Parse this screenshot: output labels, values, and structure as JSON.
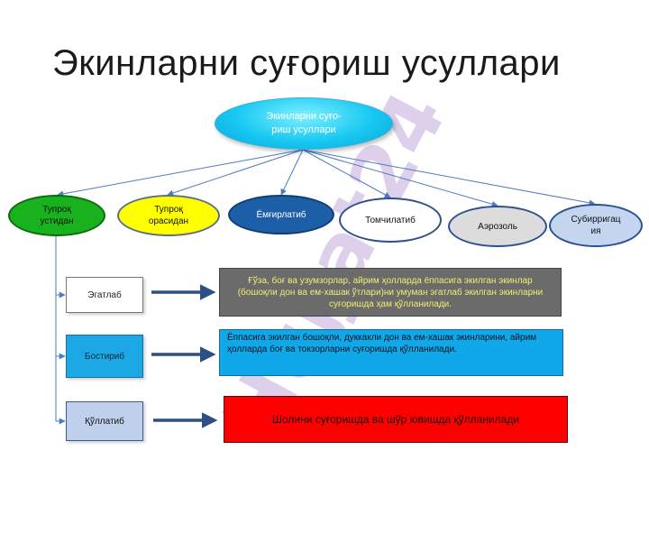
{
  "title": "Экинларни суғориш усуллари",
  "watermark": "Hujjat24",
  "root": {
    "label": "Экинларни суғо-\nриш усуллари"
  },
  "methods": [
    {
      "label": "Тупроқ\nустидан",
      "color": "#18b21e"
    },
    {
      "label": "Тупроқ\nорасидан",
      "color": "#ffff00"
    },
    {
      "label": "Ёмғирлатиб",
      "color": "#1c5ea8"
    },
    {
      "label": "Томчилатиб",
      "color": "#ffffff"
    },
    {
      "label": "Аэрозоль",
      "color": "#dcdcdc"
    },
    {
      "label": "Субирригац\nия",
      "color": "#c4d6ef"
    }
  ],
  "surface_methods": [
    {
      "label": "Эгатлаб",
      "description": "Ғўза, боғ ва узумзорлар, айрим ҳолларда ёппасига экилган экинлар (бошоқли дон ва ем-хашак ўтлари)ни умуман эгатлаб экилган экинларни суғоришда ҳам қўлланилади."
    },
    {
      "label": "Бостириб",
      "description": "Ёппасига экилган бошоқли, дуккакли дон ва ем-хашак экинларини, айрим ҳолларда боғ ва токзорларни суғоришда қўлланилади."
    },
    {
      "label": "Қўллатиб",
      "description": "Шолини суғоришда ва шўр ювишда қўлланилади"
    }
  ]
}
